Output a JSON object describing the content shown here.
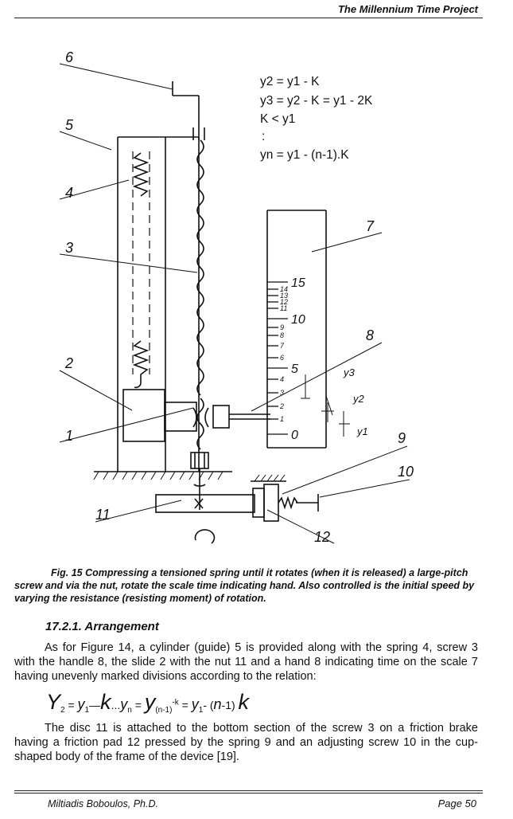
{
  "header": {
    "title": "The Millennium Time Project"
  },
  "figure": {
    "labels": [
      "6",
      "5",
      "4",
      "3",
      "2",
      "1",
      "7",
      "8",
      "9",
      "10",
      "11",
      "12"
    ],
    "scale_ticks": [
      "15",
      "14",
      "13",
      "12",
      "11",
      "10",
      "9",
      "8",
      "7",
      "6",
      "5",
      "4",
      "3",
      "2",
      "1",
      "0"
    ],
    "y_labels": [
      "y3",
      "y2",
      "y1"
    ],
    "equations": [
      "y2 = y1 - K",
      "y3 = y2 - K = y1 - 2K",
      "K < y1",
      ":",
      "yn = y1 - (n-1).K"
    ]
  },
  "caption": "Fig. 15 Compressing a tensioned spring until it rotates (when it is released) a large-pitch screw and via the nut, rotate the scale time indicating hand. Also controlled is the initial speed by varying the resistance (resisting moment) of rotation.",
  "section_title": "17.2.1. Arrangement",
  "paragraph1": "As for Figure 14, a cylinder (guide) 5 is provided along with the spring 4, screw 3 with the handle 8, the slide 2 with the nut 11 and a hand 8 indicating time on the scale 7 having unevenly marked divisions according to the relation:",
  "formula": {
    "Y": "Y",
    "s2": "2",
    "eq1": " = ",
    "y1a": "y",
    "s1a": "1",
    "dash": "—",
    "k1": "k",
    "dots1": "...",
    "yn": "y",
    "sn": "n",
    "eq2": " = ",
    "y2": "y",
    "sn1": "(n-1)",
    "supk": "-k",
    "eq3": " = ",
    "y1b": "y",
    "s1b": "1",
    "minus": "- (",
    "n": "n",
    "minus1": "-1) ",
    "k2": "k"
  },
  "paragraph2": "The disc 11 is attached to the bottom section of the screw 3 on a friction brake having a friction pad 12 pressed by the spring 9 and an adjusting screw 10 in the cup-shaped body of the frame of the device [19].",
  "footer": {
    "author": "Miltiadis Boboulos, Ph.D.",
    "page": "Page 50"
  }
}
